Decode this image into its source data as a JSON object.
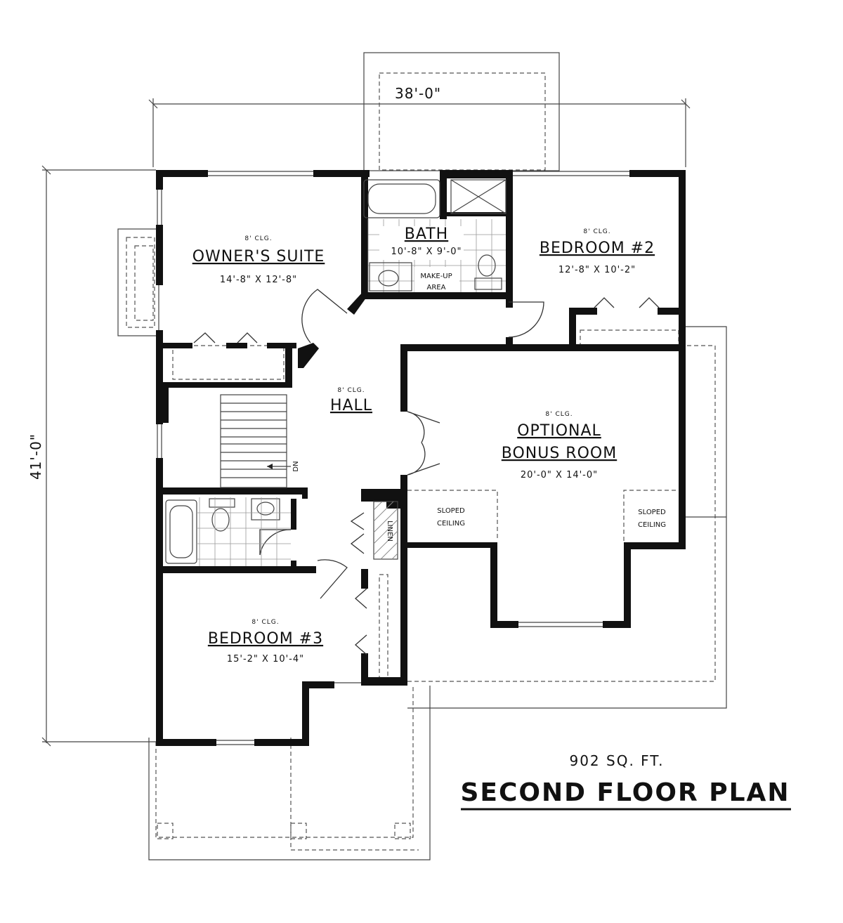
{
  "plan": {
    "overall_width": "38'-0\"",
    "overall_depth": "41'-0\"",
    "sq_ft": "902 SQ. FT.",
    "title": "SECOND FLOOR PLAN"
  },
  "rooms": {
    "owners_suite": {
      "ceiling": "8' CLG.",
      "name": "OWNER'S SUITE",
      "size": "14'-8\" X 12'-8\""
    },
    "bath": {
      "name": "BATH",
      "size": "10'-8\" X 9'-0\"",
      "makeup_1": "MAKE-UP",
      "makeup_2": "AREA"
    },
    "bedroom_2": {
      "ceiling": "8' CLG.",
      "name": "BEDROOM #2",
      "size": "12'-8\" X 10'-2\""
    },
    "hall": {
      "ceiling": "8' CLG.",
      "name": "HALL"
    },
    "bonus_room": {
      "ceiling": "8' CLG.",
      "name_1": "OPTIONAL",
      "name_2": "BONUS ROOM",
      "size": "20'-0\" X 14'-0\""
    },
    "sloped_left": {
      "line_1": "SLOPED",
      "line_2": "CEILING"
    },
    "sloped_right": {
      "line_1": "SLOPED",
      "line_2": "CEILING"
    },
    "linen": "LINEN",
    "stair_dn": "DN",
    "bedroom_3": {
      "ceiling": "8' CLG.",
      "name": "BEDROOM #3",
      "size": "15'-2\" X 10'-4\""
    }
  }
}
